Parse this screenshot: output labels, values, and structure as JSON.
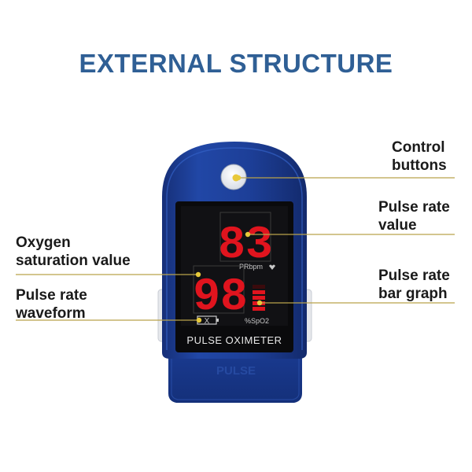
{
  "title": "EXTERNAL STRUCTURE",
  "labels": {
    "control_buttons": [
      "Control",
      "buttons"
    ],
    "pulse_rate_value": [
      "Pulse rate",
      "value"
    ],
    "oxygen_saturation_value": [
      "Oxygen",
      "saturation value"
    ],
    "pulse_rate_bar_graph": [
      "Pulse rate",
      "bar graph"
    ],
    "pulse_rate_waveform": [
      "Pulse rate",
      "waveform"
    ]
  },
  "display": {
    "pulse_rate_reading": "83",
    "spo2_reading": "98",
    "pr_unit": "PRbpm",
    "spo2_unit": "%SpO2",
    "device_name": "PULSE OXIMETER"
  },
  "colors": {
    "title": "#2f5f95",
    "device_body": "#1d3c8f",
    "leader_line": "#b9a24a",
    "digit": "#e0141e"
  }
}
